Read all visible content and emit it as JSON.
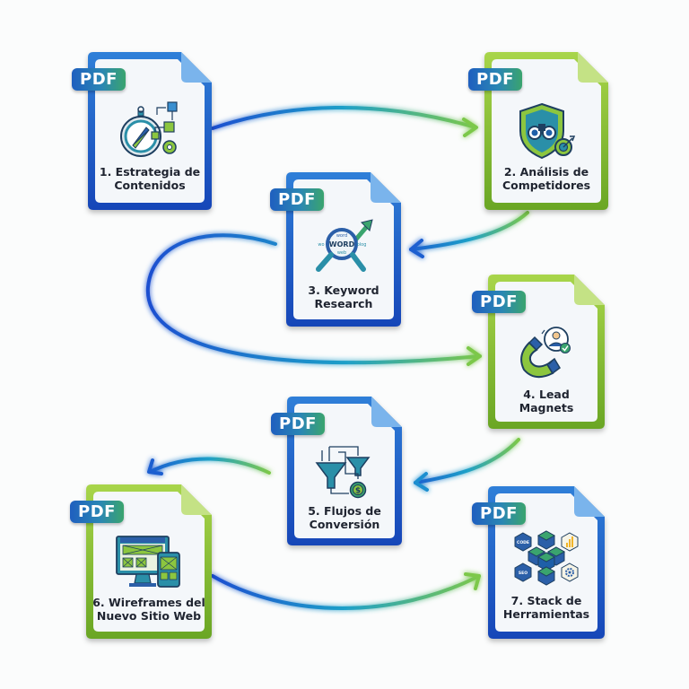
{
  "diagram": {
    "type": "document-flow",
    "badge_text": "PDF",
    "colors": {
      "blue": "#1e5fc8",
      "green": "#8cc63f",
      "teal": "#2aa7b5",
      "badge_start": "#1f5fbf",
      "badge_end": "#3aa46e"
    },
    "documents": [
      {
        "id": "doc1",
        "number": 1,
        "title": "1. Estrategia de Contenidos",
        "lines": [
          "1. Estrategia de",
          "Contenidos"
        ],
        "frame": "blue",
        "icon": "compass-flowchart-icon"
      },
      {
        "id": "doc2",
        "number": 2,
        "title": "2. Análisis de Competidores",
        "lines": [
          "2. Análisis de",
          "Competidores"
        ],
        "frame": "green",
        "icon": "shield-binoculars-target-icon"
      },
      {
        "id": "doc3",
        "number": 3,
        "title": "3. Keyword Research",
        "lines": [
          "3. Keyword",
          "Research"
        ],
        "frame": "blue",
        "icon": "magnifier-word-growth-icon",
        "icon_words": [
          "word",
          "WORD",
          "blog",
          "web",
          "wo"
        ]
      },
      {
        "id": "doc4",
        "number": 4,
        "title": "4. Lead Magnets",
        "lines": [
          "4. Lead",
          "Magnets"
        ],
        "frame": "green",
        "icon": "magnet-user-icon"
      },
      {
        "id": "doc5",
        "number": 5,
        "title": "5. Flujos de Conversión",
        "lines": [
          "5. Flujos de",
          "Conversión"
        ],
        "frame": "blue",
        "icon": "funnel-dollar-icon",
        "icon_symbol": "$"
      },
      {
        "id": "doc6",
        "number": 6,
        "title": "6. Wireframes del Nuevo Sitio Web",
        "lines": [
          "6. Wireframes del",
          "Nuevo Sitio Web"
        ],
        "frame": "green",
        "icon": "monitor-mobile-wireframe-icon"
      },
      {
        "id": "doc7",
        "number": 7,
        "title": "7. Stack de Herramientas",
        "lines": [
          "7. Stack de",
          "Herramientas"
        ],
        "frame": "blue",
        "icon": "cube-stack-tools-icon",
        "icon_words": [
          "CODE",
          "SEO"
        ]
      }
    ],
    "connections": [
      {
        "from": 1,
        "to": 2
      },
      {
        "from": 2,
        "to": 3
      },
      {
        "from": 3,
        "to": 4
      },
      {
        "from": 4,
        "to": 5
      },
      {
        "from": 5,
        "to": 6
      },
      {
        "from": 6,
        "to": 7
      }
    ]
  }
}
